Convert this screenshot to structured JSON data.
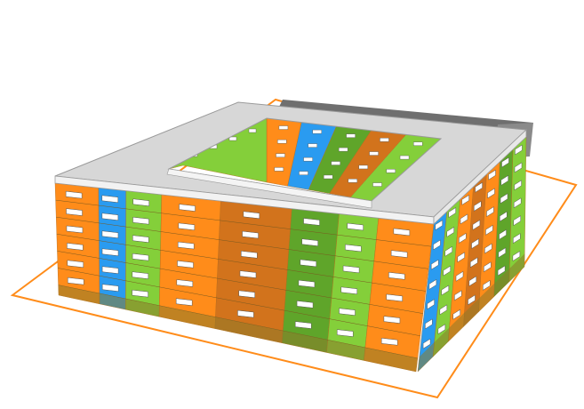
{
  "colors": {
    "orange": "#ff8c1a",
    "orange_dark": "#d2731c",
    "blue": "#2a9bf0",
    "green_light": "#84cf3a",
    "green_dark": "#5fa52a",
    "base": "#8c7a2a",
    "roof": "#d6d6d6",
    "roof_edge": "#f4f4f4",
    "outline": "#ff8c1a",
    "balcony": "#ffffff",
    "neighbor": "#8a8a8a"
  },
  "model": {
    "floors": 6,
    "front_columns": [
      "orange",
      "blue",
      "green_light",
      "orange",
      "orange_dark",
      "green_dark",
      "green_light",
      "orange"
    ],
    "side_columns": [
      "blue",
      "green_light",
      "orange",
      "orange_dark",
      "orange",
      "green_dark",
      "green_light"
    ],
    "courtyard_columns": [
      "orange",
      "blue",
      "green_dark",
      "orange_dark",
      "green_light"
    ]
  }
}
